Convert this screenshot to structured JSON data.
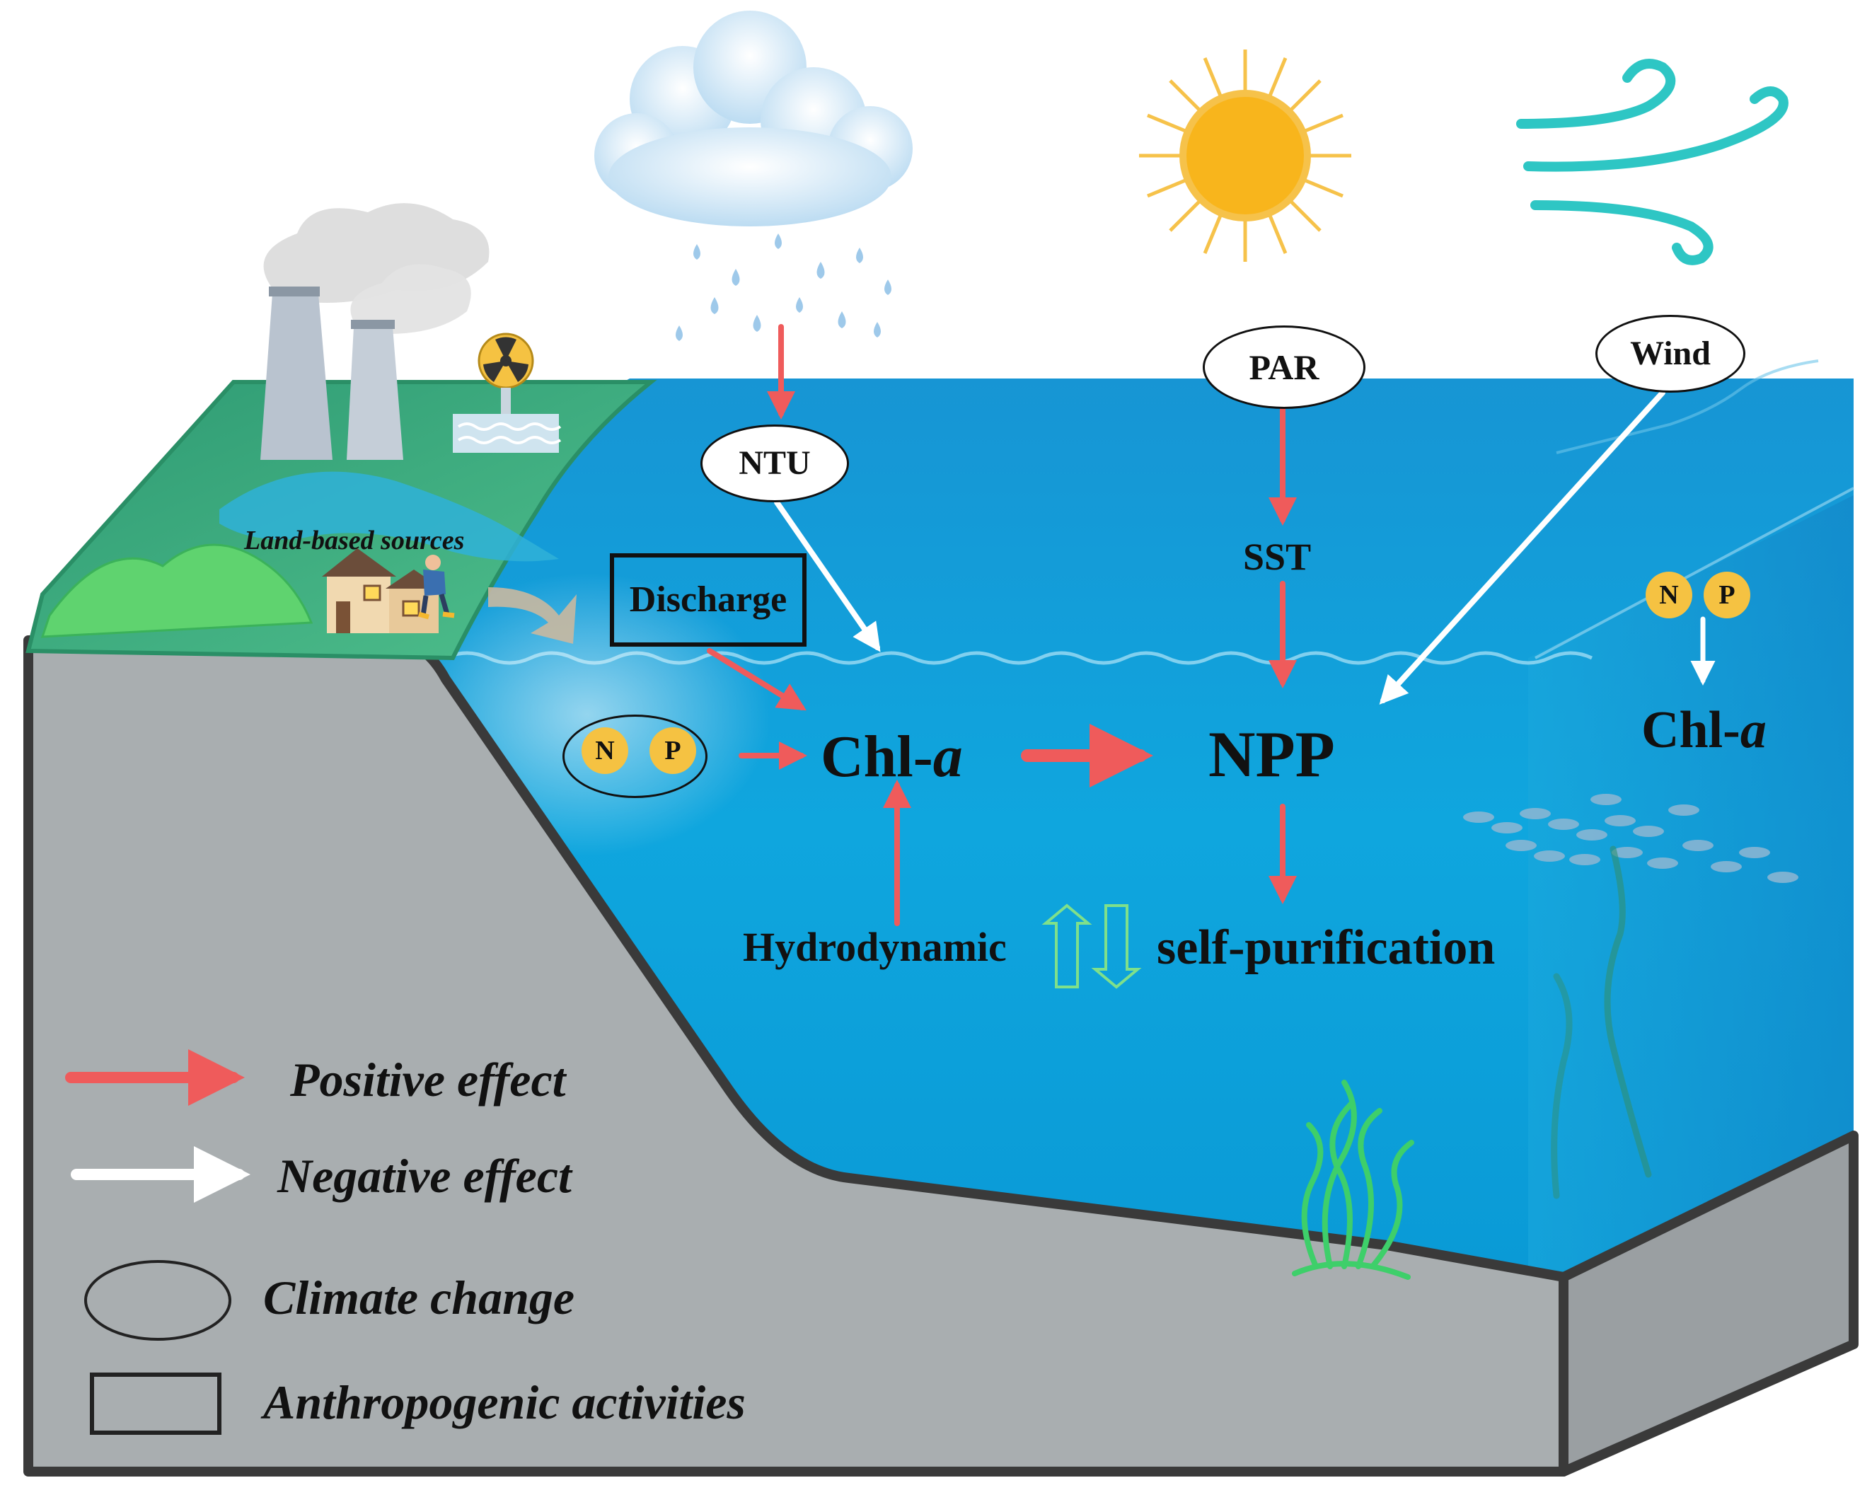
{
  "labels": {
    "land_based_sources": "Land-based sources",
    "discharge": "Discharge",
    "ntu": "NTU",
    "par": "PAR",
    "wind": "Wind",
    "sst": "SST",
    "chl_prefix": "Chl-",
    "chl_suffix": "a",
    "npp": "NPP",
    "hydrodynamic": "Hydrodynamic",
    "self_purification": "self-purification",
    "nitrogen": "N",
    "phosphorus": "P"
  },
  "legend": {
    "positive": "Positive effect",
    "negative": "Negative effect",
    "climate": "Climate change",
    "anthropogenic": "Anthropogenic activities"
  },
  "colors": {
    "positive_arrow": "#ef5b5b",
    "negative_arrow": "#ffffff",
    "water": "#149ed8",
    "seabed": "#a9aeb0",
    "land": "#3fa87a",
    "nutrient": "#f5c242",
    "sun": "#f6b41e",
    "wind": "#2ec6c4"
  },
  "icons": [
    "factory-chimney-icon",
    "radiation-outfall-icon",
    "cloud-rain-icon",
    "sun-icon",
    "wind-icon",
    "house-icon",
    "person-icon",
    "fish-school-icon",
    "seaweed-icon"
  ]
}
